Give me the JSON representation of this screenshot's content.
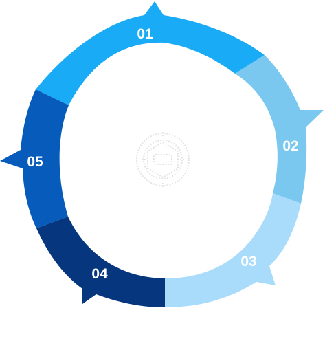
{
  "cycle": {
    "segments": [
      {
        "label": "01",
        "color": "#1aabf7"
      },
      {
        "label": "02",
        "color": "#7ac7ef"
      },
      {
        "label": "03",
        "color": "#a9dcfb"
      },
      {
        "label": "04",
        "color": "#06367e"
      },
      {
        "label": "05",
        "color": "#075bbb"
      }
    ],
    "center_icon": "hexagon-gear-icon"
  }
}
